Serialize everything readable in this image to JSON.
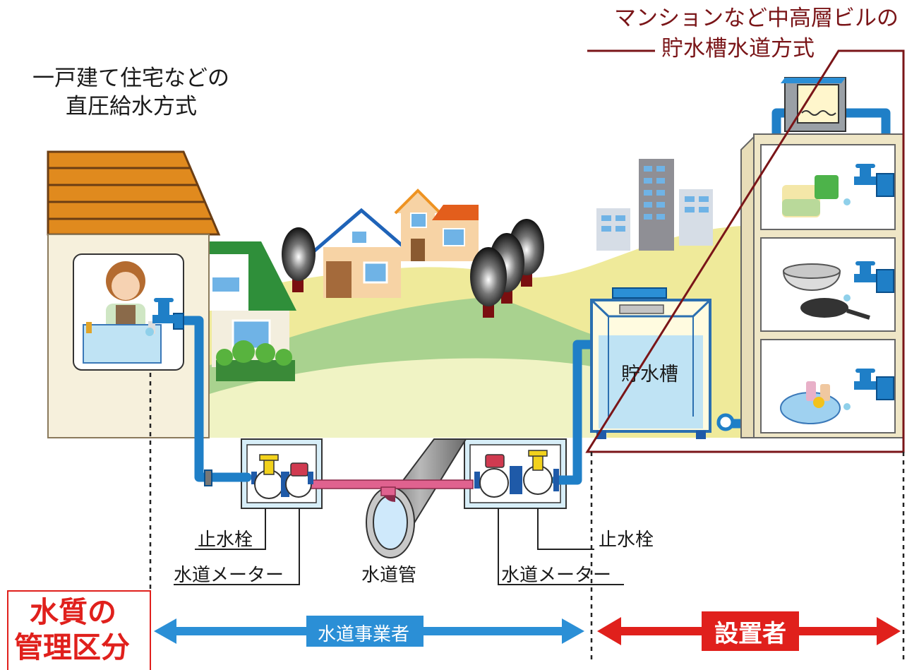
{
  "titles": {
    "house_line1": "一戸建て住宅などの",
    "house_line2": "直圧給水方式",
    "building_line1": "マンションなど中高層ビルの",
    "building_line2": "貯水槽水道方式"
  },
  "labels": {
    "stopcock_left": "止水栓",
    "meter_left": "水道メーター",
    "main_pipe": "水道管",
    "meter_right": "水道メーター",
    "stopcock_right": "止水栓",
    "tank": "貯水槽"
  },
  "management": {
    "heading_line1": "水質の",
    "heading_line2": "管理区分",
    "utility": "水道事業者",
    "installer": "設置者"
  },
  "colors": {
    "pipe_blue": "#1f7fc7",
    "service_pink": "#e0628f",
    "utility_blue": "#2b8fd6",
    "installer_red": "#e0201c",
    "building_frame": "#7a1518"
  }
}
